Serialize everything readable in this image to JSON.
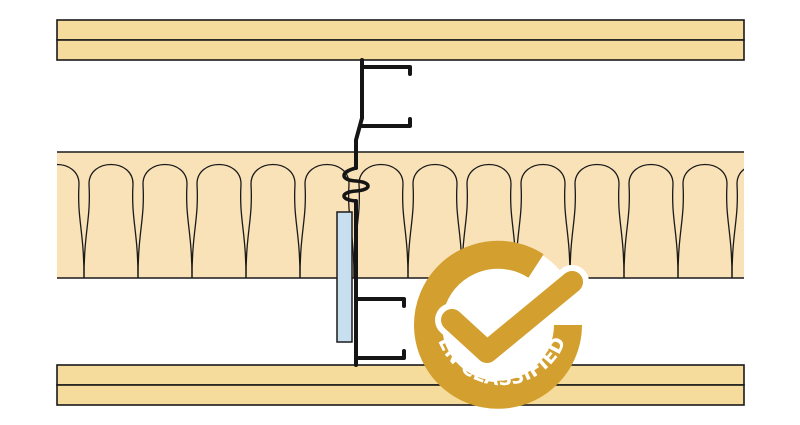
{
  "diagram": {
    "colors": {
      "board": "#f6dc9c",
      "insulation": "#f9e2b8",
      "line": "#1a1a1a",
      "steel": "#151515",
      "pad": "#c8dff0",
      "badge_gold": "#d3a02f",
      "badge_text": "#ffffff"
    },
    "icons": [
      "plasterboard-layer",
      "mineral-wool-insulation",
      "steel-stud-profile",
      "acoustic-pad",
      "checkmark-icon"
    ]
  },
  "badge": {
    "label": "EN CLASSIFIED"
  }
}
